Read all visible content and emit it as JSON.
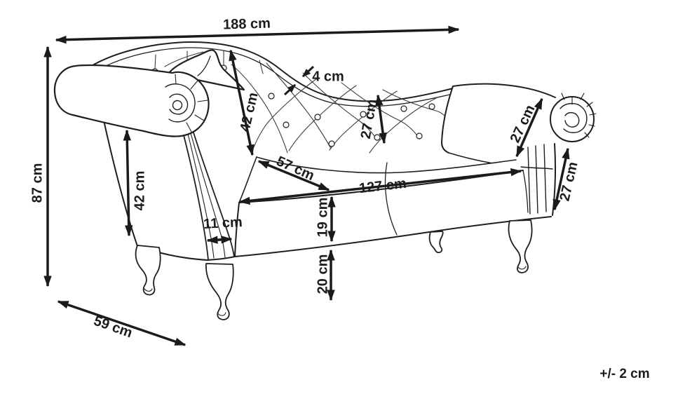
{
  "figure": {
    "type": "furniture-dimension-diagram",
    "subject": "chaise longue sofa line drawing with measurements"
  },
  "colors": {
    "ink": "#1f1f1f",
    "background": "#ffffff"
  },
  "labels": {
    "overall_width": "188 cm",
    "overall_height": "87 cm",
    "depth": "59 cm",
    "back_diagonal_height": "42 cm",
    "trim_thickness": "4 cm",
    "backrest_height": "27 cm",
    "seat_diagonal": "57 cm",
    "arm_panel_height": "42 cm",
    "seat_length": "127 cm",
    "arm_rail_width": "11 cm",
    "seat_cushion_height": "19 cm",
    "arm_top_depth": "27 cm",
    "arm_front_height": "27 cm",
    "leg_height": "20 cm",
    "tolerance": "+/- 2 cm"
  }
}
